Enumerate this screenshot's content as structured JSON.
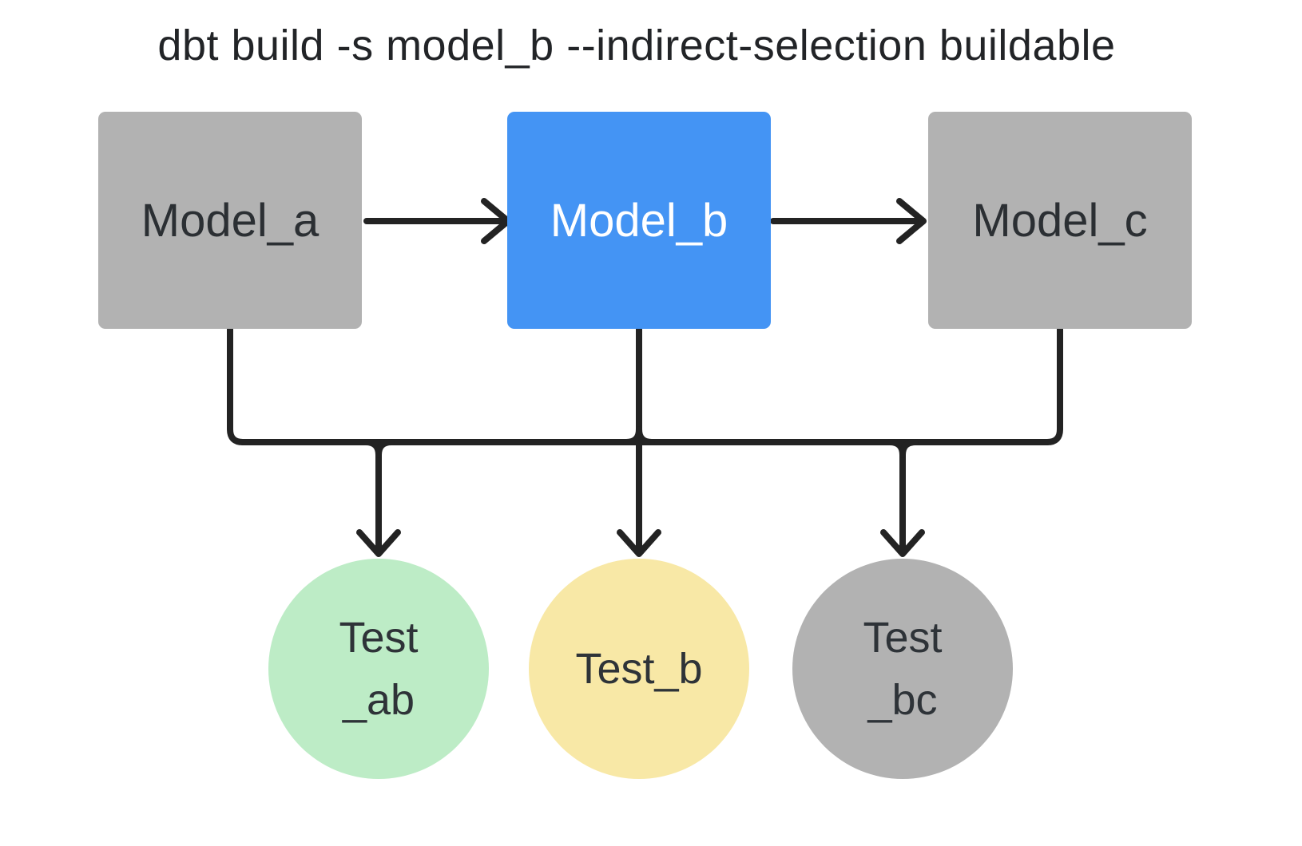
{
  "title": "dbt build -s model_b --indirect-selection buildable",
  "colors": {
    "background": "#ffffff",
    "node_gray": "#b2b2b2",
    "node_selected_blue": "#4494f4",
    "test_green": "#bdecc6",
    "test_yellow": "#f8e8a6",
    "edge_black": "#232323",
    "title_text": "#222427",
    "dark_label_text": "#2b2f33",
    "selected_label_text": "#ffffff"
  },
  "models": [
    {
      "id": "model_a",
      "label": "Model_a",
      "variant": "gray"
    },
    {
      "id": "model_b",
      "label": "Model_b",
      "variant": "blue-selected"
    },
    {
      "id": "model_c",
      "label": "Model_c",
      "variant": "gray"
    }
  ],
  "tests": [
    {
      "id": "test_ab",
      "line1": "Test",
      "line2": "_ab",
      "variant": "green"
    },
    {
      "id": "test_b",
      "line1": "Test_b",
      "line2": "",
      "variant": "yellow"
    },
    {
      "id": "test_bc",
      "line1": "Test",
      "line2": "_bc",
      "variant": "gray"
    }
  ],
  "edges": [
    {
      "from": "model_a",
      "to": "model_b"
    },
    {
      "from": "model_b",
      "to": "model_c"
    },
    {
      "from": "model_a",
      "to": "test_ab"
    },
    {
      "from": "model_b",
      "to": "test_ab"
    },
    {
      "from": "model_b",
      "to": "test_b"
    },
    {
      "from": "model_b",
      "to": "test_bc"
    },
    {
      "from": "model_c",
      "to": "test_bc"
    }
  ]
}
